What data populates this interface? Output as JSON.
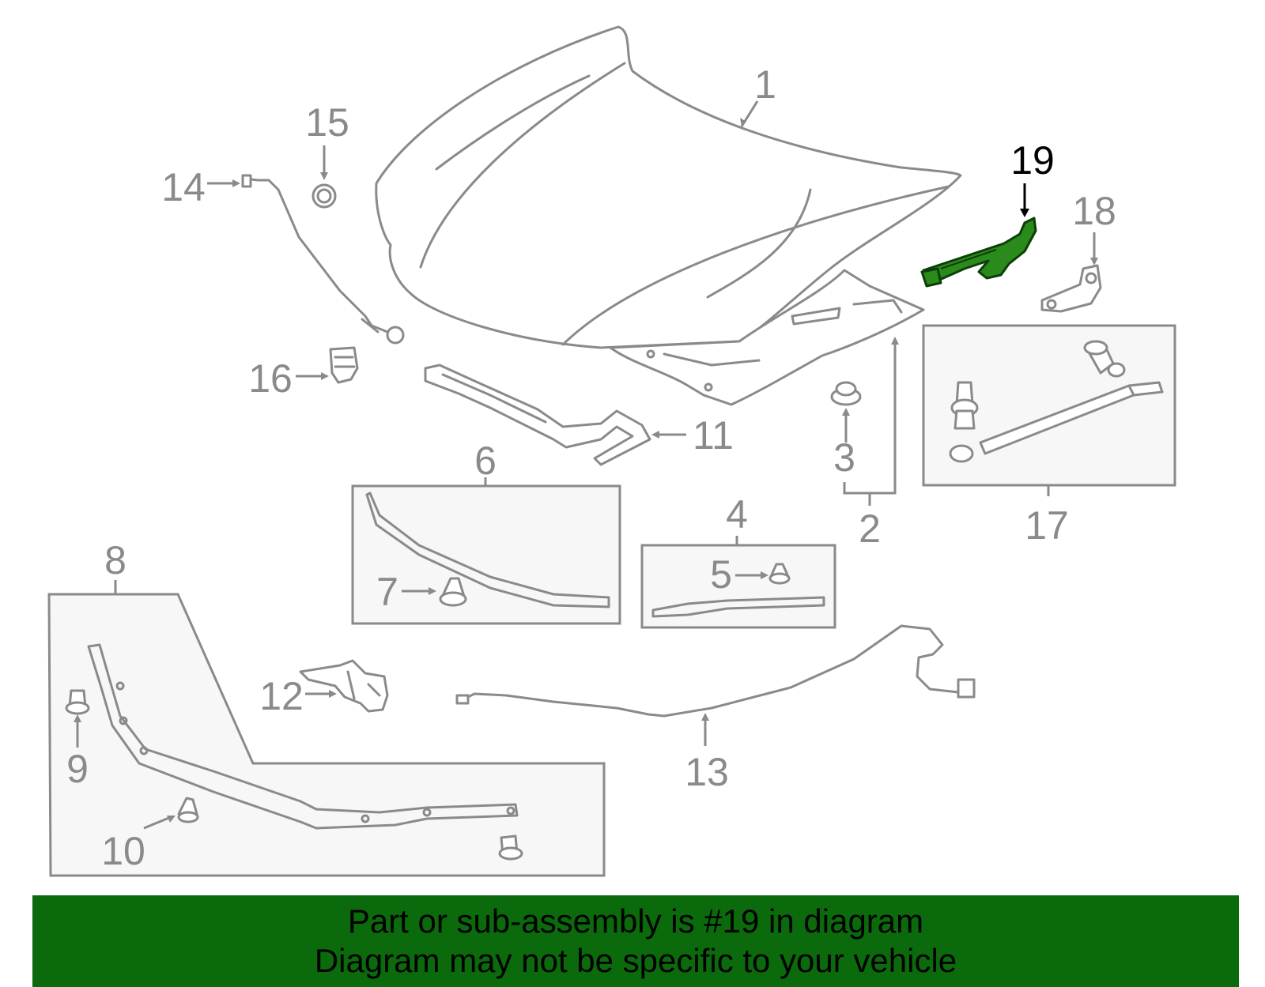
{
  "diagram": {
    "callouts": {
      "c1": "1",
      "c2": "2",
      "c3": "3",
      "c4": "4",
      "c5": "5",
      "c6": "6",
      "c7": "7",
      "c8": "8",
      "c9": "9",
      "c10": "10",
      "c11": "11",
      "c12": "12",
      "c13": "13",
      "c14": "14",
      "c15": "15",
      "c16": "16",
      "c17": "17",
      "c18": "18",
      "c19": "19"
    },
    "highlighted_part": "19",
    "colors": {
      "line_art": "#8a8a8a",
      "highlight_part": "#2a8a1c",
      "group_box_fill": "#f7f7f7"
    }
  },
  "banner": {
    "line1": "Part or sub-assembly is #19 in diagram",
    "line2": "Diagram may not be specific to your vehicle",
    "background": "#0b6a0b"
  }
}
